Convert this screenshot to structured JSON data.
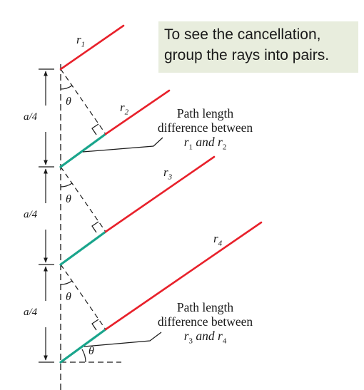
{
  "callout": {
    "lines": [
      "To see the cancellation,",
      "group the rays into pairs."
    ]
  },
  "rays": [
    {
      "symbol": "r",
      "sub": "1"
    },
    {
      "symbol": "r",
      "sub": "2"
    },
    {
      "symbol": "r",
      "sub": "3"
    },
    {
      "symbol": "r",
      "sub": "4"
    }
  ],
  "segment_label": "a/4",
  "angle_label": "θ",
  "annotation_top": {
    "line1": "Path length",
    "line2": "difference between",
    "line3_pre": "r",
    "line3_sub1": "1",
    "line3_mid": " and r",
    "line3_sub2": "2"
  },
  "annotation_bottom": {
    "line1": "Path length",
    "line2": "difference between",
    "line3_pre": "r",
    "line3_sub1": "3",
    "line3_mid": " and r",
    "line3_sub2": "4"
  },
  "colors": {
    "ray": "#e8212b",
    "path_difference": "#1aa58c",
    "callout_bg": "#e8eddd",
    "ink": "#1a1a1a"
  }
}
